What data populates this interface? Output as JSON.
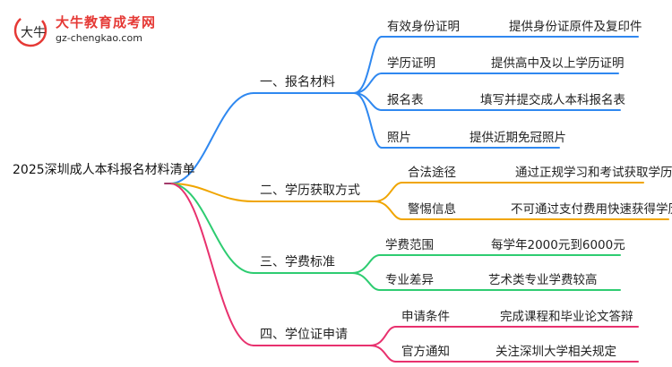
{
  "logo": {
    "title": "大牛教育成考网",
    "url": "gz-chengkao.com",
    "mark_text": "大牛"
  },
  "root": {
    "label": "2025深圳成人本科报名材料清单"
  },
  "colors": {
    "root_line": "#a33a6a",
    "branches": [
      "#2f88f0",
      "#f0a500",
      "#2ecc71",
      "#e8316e"
    ]
  },
  "branches": [
    {
      "label": "一、报名材料",
      "items": [
        {
          "label": "有效身份证明",
          "detail": "提供身份证原件及复印件"
        },
        {
          "label": "学历证明",
          "detail": "提供高中及以上学历证明"
        },
        {
          "label": "报名表",
          "detail": "填写并提交成人本科报名表"
        },
        {
          "label": "照片",
          "detail": "提供近期免冠照片"
        }
      ]
    },
    {
      "label": "二、学历获取方式",
      "items": [
        {
          "label": "合法途径",
          "detail": "通过正规学习和考试获取学历"
        },
        {
          "label": "警惕信息",
          "detail": "不可通过支付费用快速获得学历"
        }
      ]
    },
    {
      "label": "三、学费标准",
      "items": [
        {
          "label": "学费范围",
          "detail": "每学年2000元到6000元"
        },
        {
          "label": "专业差异",
          "detail": "艺术类专业学费较高"
        }
      ]
    },
    {
      "label": "四、学位证申请",
      "items": [
        {
          "label": "申请条件",
          "detail": "完成课程和毕业论文答辩"
        },
        {
          "label": "官方通知",
          "detail": "关注深圳大学相关规定"
        }
      ]
    }
  ]
}
